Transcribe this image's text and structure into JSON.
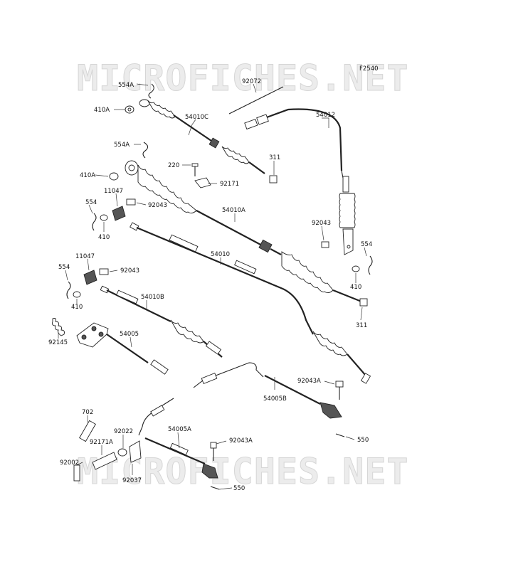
{
  "figure_code": "F2540",
  "watermark": "MICROFICHES.NET",
  "callouts": [
    "554A",
    "92072",
    "410A",
    "54010C",
    "54012",
    "554A",
    "220",
    "311",
    "410A",
    "92171",
    "11047",
    "92043",
    "554",
    "54010A",
    "410",
    "92043",
    "54010",
    "554",
    "11047",
    "92043",
    "554",
    "410",
    "54010B",
    "410",
    "311",
    "92145",
    "54005",
    "92043A",
    "702",
    "54005B",
    "92022",
    "54005A",
    "92043A",
    "550",
    "92171A",
    "92002",
    "92037",
    "550"
  ]
}
